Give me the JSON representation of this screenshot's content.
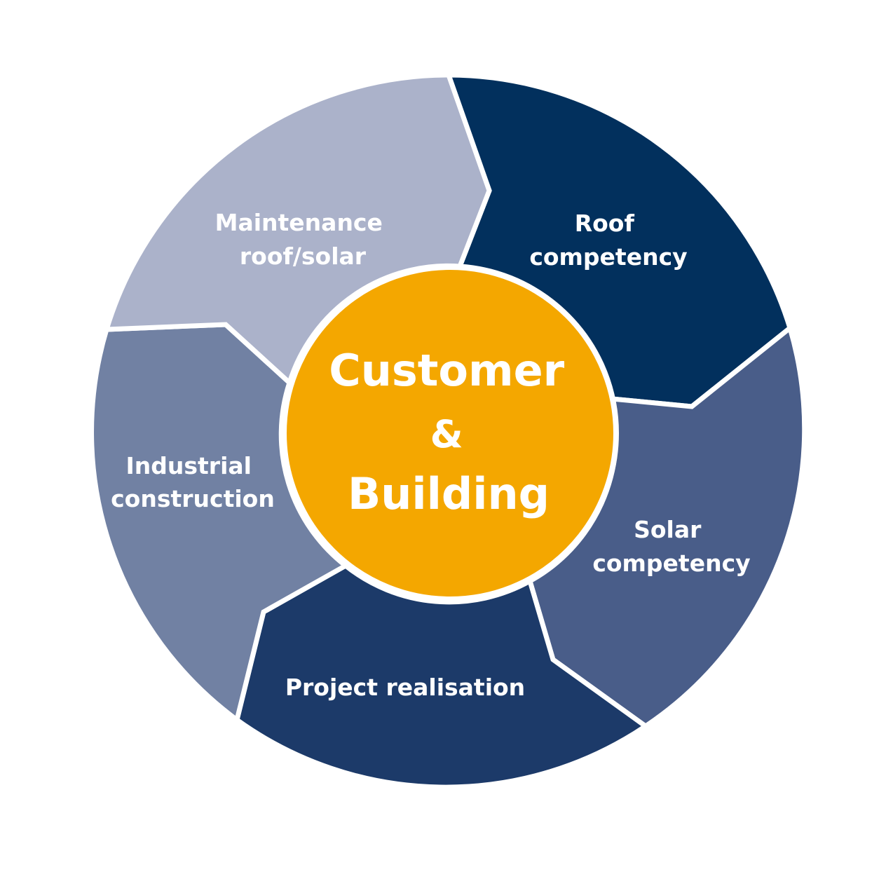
{
  "segments": [
    {
      "id": "roof-competency",
      "lines": [
        "Roof",
        "competency"
      ],
      "color": "#02305d"
    },
    {
      "id": "solar-competency",
      "lines": [
        "Solar",
        "competency"
      ],
      "color": "#495d89"
    },
    {
      "id": "project-realisation",
      "lines": [
        "Project realisation"
      ],
      "color": "#1c3a69"
    },
    {
      "id": "industrial-construction",
      "lines": [
        "Industrial",
        "construction"
      ],
      "color": "#7181a3"
    },
    {
      "id": "maintenance-roof-solar",
      "lines": [
        "Maintenance",
        "roof/solar"
      ],
      "color": "#abb2ca"
    }
  ],
  "center": {
    "lines": [
      "Customer",
      "&",
      "Building"
    ],
    "color": "#f4a700"
  },
  "separator_color": "#ffffff"
}
